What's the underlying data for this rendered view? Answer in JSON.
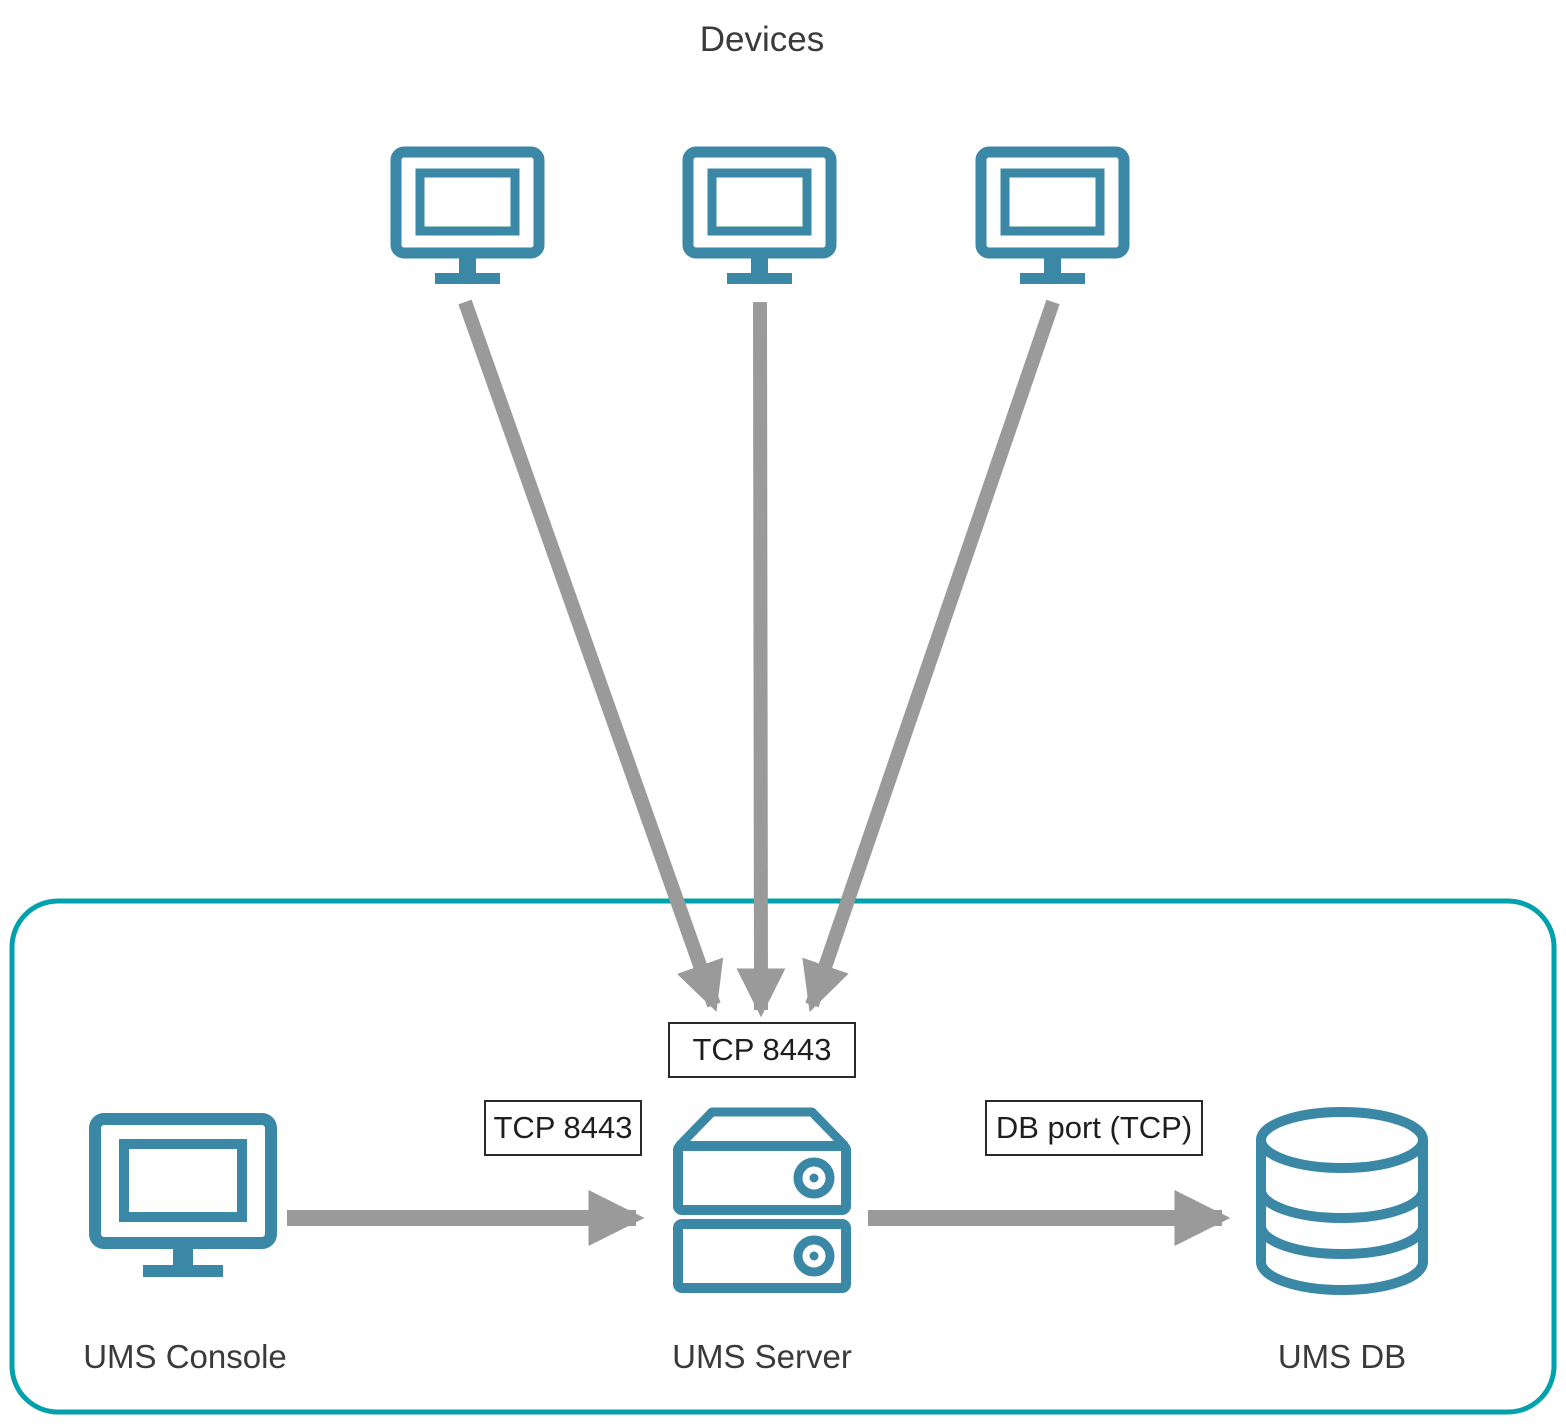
{
  "diagram": {
    "title": "Devices",
    "nodes": {
      "console": {
        "label": "UMS Console"
      },
      "server": {
        "label": "UMS Server"
      },
      "db": {
        "label": "UMS DB"
      }
    },
    "ports": {
      "devices_to_server": "TCP 8443",
      "console_to_server": "TCP 8443",
      "server_to_db": "DB port (TCP)"
    },
    "colors": {
      "icon_teal": "#3a87a6",
      "boundary_teal": "#00a1ac",
      "arrow_gray": "#9a9a9a"
    }
  }
}
